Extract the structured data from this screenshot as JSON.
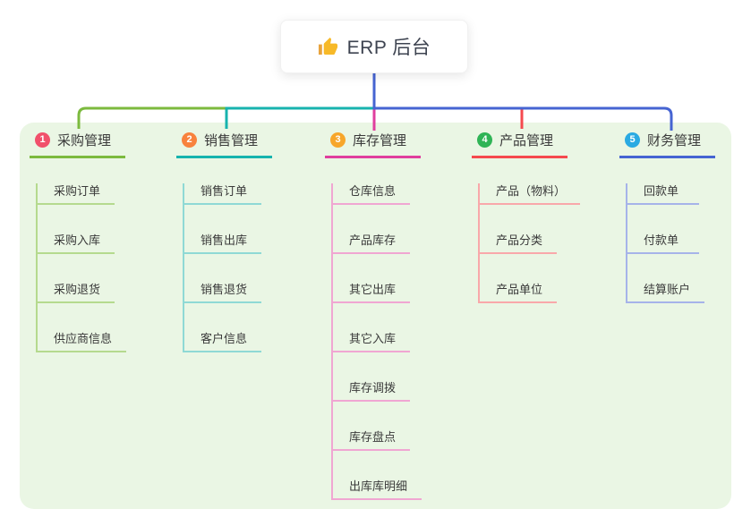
{
  "root": {
    "title": "ERP 后台",
    "icon": "thumbs-up-icon"
  },
  "colors": {
    "panel_bg": "#eaf6e4",
    "card_bg": "#ffffff",
    "text": "#3a3a3a",
    "root_line": "#4664d2",
    "thumb_yellow": "#f7b928"
  },
  "branches": [
    {
      "num": "1",
      "label": "采购管理",
      "badge_color": "#f1506b",
      "line_color": "#7cba3e",
      "child_line_color": "#b5da8e",
      "children": [
        "采购订单",
        "采购入库",
        "采购退货",
        "供应商信息"
      ]
    },
    {
      "num": "2",
      "label": "销售管理",
      "badge_color": "#f8823d",
      "line_color": "#17b3ae",
      "child_line_color": "#8fd9d5",
      "children": [
        "销售订单",
        "销售出库",
        "销售退货",
        "客户信息"
      ]
    },
    {
      "num": "3",
      "label": "库存管理",
      "badge_color": "#f7a62a",
      "line_color": "#e03e9e",
      "child_line_color": "#f0a6d2",
      "children": [
        "仓库信息",
        "产品库存",
        "其它出库",
        "其它入库",
        "库存调拨",
        "库存盘点",
        "出库库明细"
      ]
    },
    {
      "num": "4",
      "label": "产品管理",
      "badge_color": "#2fb456",
      "line_color": "#f5494e",
      "child_line_color": "#f9a8aa",
      "children": [
        "产品（物料）",
        "产品分类",
        "产品单位"
      ]
    },
    {
      "num": "5",
      "label": "财务管理",
      "badge_color": "#2aaae2",
      "line_color": "#4664d2",
      "child_line_color": "#a6b3e9",
      "children": [
        "回款单",
        "付款单",
        "结算账户"
      ]
    }
  ]
}
